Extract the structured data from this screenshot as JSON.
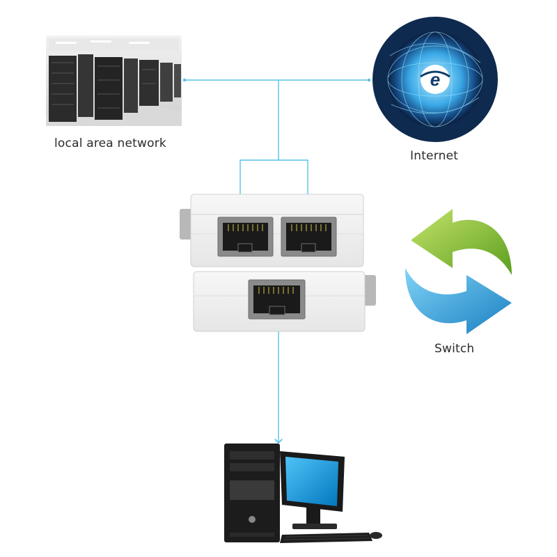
{
  "labels": {
    "lan": "local area network",
    "internet": "Internet",
    "switch": "Switch"
  },
  "icons": {
    "lan": "server-racks-photo",
    "internet": "globe-internet-icon",
    "switch": "switch-arrows-icon",
    "device": "ethernet-switch-box",
    "computer": "desktop-computer"
  },
  "colors": {
    "line": "#56c2e6",
    "arrow_green": "#8cc63f",
    "arrow_blue": "#2a9fd8",
    "globe_bg": "#0f2a4f"
  }
}
